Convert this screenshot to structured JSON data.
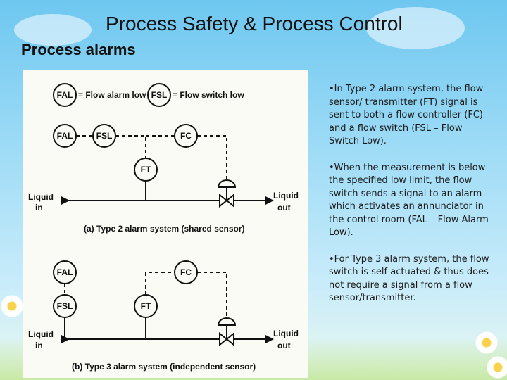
{
  "slide": {
    "title": "Process Safety & Process Control",
    "subtitle": "Process alarms"
  },
  "figure": {
    "legend_fal": "FAL",
    "legend_fal_text": "= Flow alarm low",
    "legend_fsl": "FSL",
    "legend_fsl_text": "= Flow switch low",
    "type2": {
      "fal": "FAL",
      "fsl": "FSL",
      "fc": "FC",
      "ft": "FT",
      "liquid_in_1": "Liquid",
      "liquid_in_2": "in",
      "liquid_out_1": "Liquid",
      "liquid_out_2": "out",
      "caption": "(a) Type 2 alarm system (shared sensor)"
    },
    "type3": {
      "fal": "FAL",
      "fsl": "FSL",
      "fc": "FC",
      "ft": "FT",
      "liquid_in_1": "Liquid",
      "liquid_in_2": "in",
      "liquid_out_1": "Liquid",
      "liquid_out_2": "out",
      "caption": "(b) Type 3 alarm system (independent sensor)"
    }
  },
  "bullets": [
    "•In Type 2 alarm system, the flow sensor/ transmitter (FT) signal is sent to both a flow controller (FC) and a flow switch (FSL – Flow Switch Low).",
    "•When the measurement is below the specified low limit, the flow switch sends a signal to an alarm which activates an annunciator in the control room (FAL – Flow Alarm Low).",
    "•For Type 3 alarm system, the flow switch is self actuated & thus does not require a signal from a flow sensor/transmitter."
  ],
  "colors": {
    "background": "#9fdcf6",
    "panel": "#fbfbf6",
    "ink": "#111111"
  }
}
